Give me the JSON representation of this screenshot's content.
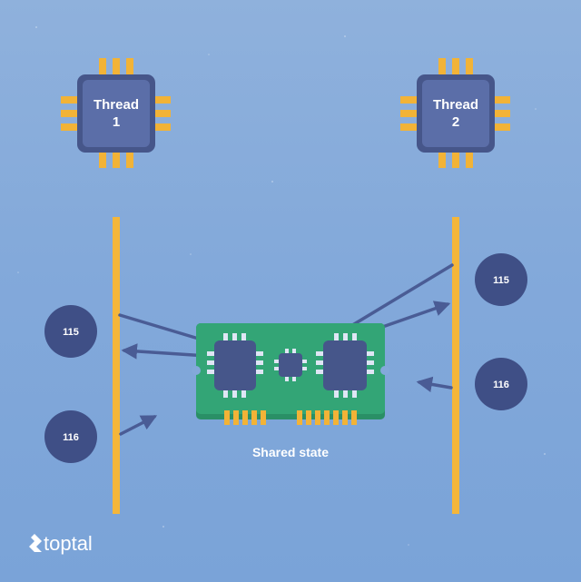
{
  "threads": [
    {
      "label_line1": "Thread",
      "label_line2": "1"
    },
    {
      "label_line1": "Thread",
      "label_line2": "2"
    }
  ],
  "values": {
    "thread1_read": "115",
    "thread1_write": "116",
    "thread2_read": "115",
    "thread2_write": "116"
  },
  "shared_state_label": "Shared state",
  "brand": {
    "name": "toptal"
  },
  "colors": {
    "background": "#83a9da",
    "chip_body": "#4e5f93",
    "chip_face": "#5b6ea8",
    "pin": "#f2b337",
    "timeline": "#f4b63a",
    "value_circle": "#3f4f86",
    "arrow": "#4a5c95",
    "board": "#2fa073"
  }
}
